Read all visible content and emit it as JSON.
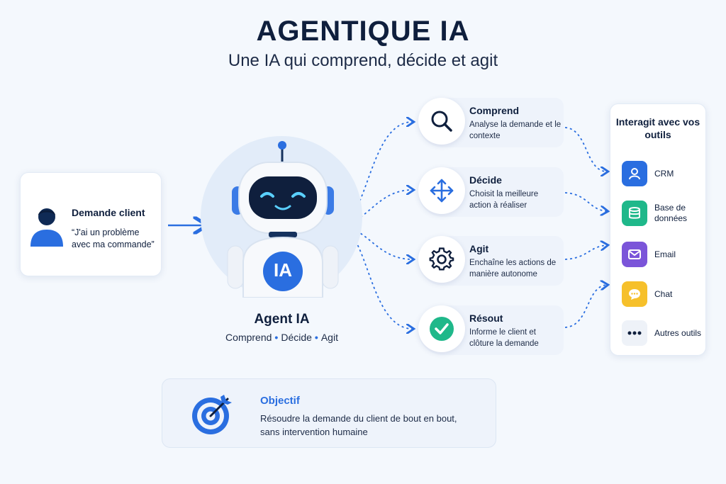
{
  "header": {
    "title": "AGENTIQUE IA",
    "subtitle": "Une IA qui comprend, décide et agit"
  },
  "client": {
    "title": "Demande client",
    "quote": "“J'ai un problème avec ma commande”"
  },
  "agent": {
    "badge": "IA",
    "name": "Agent IA",
    "tag_1": "Comprend",
    "tag_2": "Décide",
    "tag_3": "Agit",
    "separator": "•"
  },
  "steps": [
    {
      "title": "Comprend",
      "desc": "Analyse la demande et le contexte",
      "icon": "search-icon"
    },
    {
      "title": "Décide",
      "desc": "Choisit la meilleure action à réaliser",
      "icon": "directions-icon"
    },
    {
      "title": "Agit",
      "desc": "Enchaîne les actions de manière autonome",
      "icon": "gear-icon"
    },
    {
      "title": "Résout",
      "desc": "Informe le client et clôture la demande",
      "icon": "check-icon"
    }
  ],
  "tools": {
    "title": "Interagit avec vos outils",
    "items": [
      {
        "label": "CRM",
        "icon": "user-icon",
        "color": "#2a6ee0"
      },
      {
        "label": "Base de données",
        "icon": "database-icon",
        "color": "#1fb88a"
      },
      {
        "label": "Email",
        "icon": "mail-icon",
        "color": "#7b55d9"
      },
      {
        "label": "Chat",
        "icon": "chat-icon",
        "color": "#f6c02b"
      },
      {
        "label": "Autres outils",
        "icon": "more-icon",
        "color": "#eef2f8"
      }
    ]
  },
  "objective": {
    "title": "Objectif",
    "desc_line1": "Résoudre la demande du client de bout en bout,",
    "desc_line2": "sans intervention humaine"
  },
  "colors": {
    "primary": "#2a6ee0",
    "dark": "#0f1f3d",
    "success": "#1fb88a"
  }
}
